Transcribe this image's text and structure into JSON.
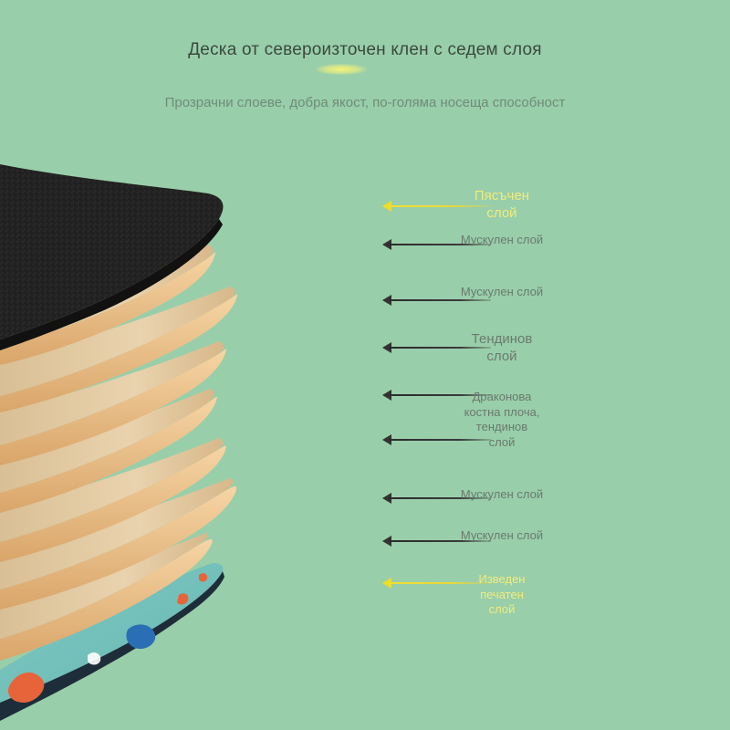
{
  "header": {
    "title": "Деска от североизточен клен с седем слоя",
    "subtitle": "Прозрачни слоеве, добра якост, по-голяма носеща способност"
  },
  "layers": [
    {
      "label": "Пясъчен слой",
      "arrow_color": "#f0e030",
      "highlight": true
    },
    {
      "label": "Мускулен слой",
      "arrow_color": "#2b2b2b",
      "highlight": false
    },
    {
      "label": "Мускулен слой",
      "arrow_color": "#2b2b2b",
      "highlight": false
    },
    {
      "label": "Тендинов слой",
      "arrow_color": "#2b2b2b",
      "highlight": false
    },
    {
      "label": "Драконова костна плоча, тендинов слой",
      "arrow_color": "#2b2b2b",
      "highlight": false
    },
    {
      "label": "Мускулен слой",
      "arrow_color": "#2b2b2b",
      "highlight": false
    },
    {
      "label": "Мускулен слой",
      "arrow_color": "#2b2b2b",
      "highlight": false
    },
    {
      "label": "Изведен печатен слой",
      "arrow_color": "#f0e030",
      "highlight": true
    }
  ],
  "colors": {
    "background": "#99ceaa",
    "grip_tape": "#1f1f1f",
    "maple_light": "#e8cfa6",
    "maple_edge": "#f1c895",
    "accent_yellow": "#f0e030"
  },
  "icons": [
    "arrow-left-icon"
  ]
}
